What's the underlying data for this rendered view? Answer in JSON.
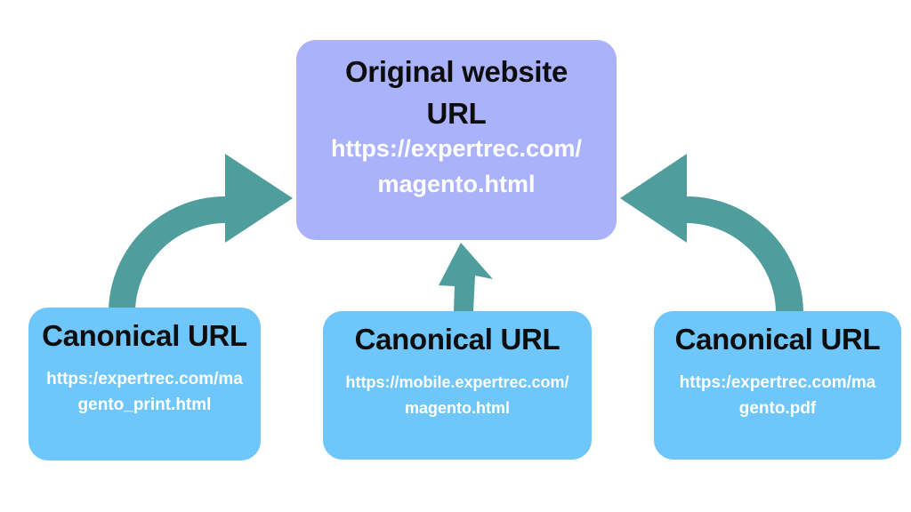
{
  "diagram": {
    "name": "canonical-url-diagram",
    "colors": {
      "original_box": "#a9b2fb",
      "canonical_box": "#6ec6fb",
      "arrow": "#4f9d9d",
      "title_text": "#0d0d0d",
      "url_text": "#ffffff"
    },
    "original": {
      "title_lines": [
        "Original website",
        "URL"
      ],
      "url_lines": [
        "https://expertrec.com/",
        "magento.html"
      ]
    },
    "canonicals": [
      {
        "title": "Canonical URL",
        "url_lines": [
          "https:/expertrec.com/ma",
          "gento_print.html"
        ]
      },
      {
        "title": "Canonical URL",
        "url_lines": [
          "https://mobile.expertrec.com/",
          "magento.html"
        ]
      },
      {
        "title": "Canonical URL",
        "url_lines": [
          "https:/expertrec.com/ma",
          "gento.pdf"
        ]
      }
    ],
    "arrows": [
      {
        "name": "left-curved-arrow",
        "from": "canonical-left",
        "to": "original"
      },
      {
        "name": "middle-straight-arrow",
        "from": "canonical-middle",
        "to": "original"
      },
      {
        "name": "right-curved-arrow",
        "from": "canonical-right",
        "to": "original"
      }
    ]
  }
}
